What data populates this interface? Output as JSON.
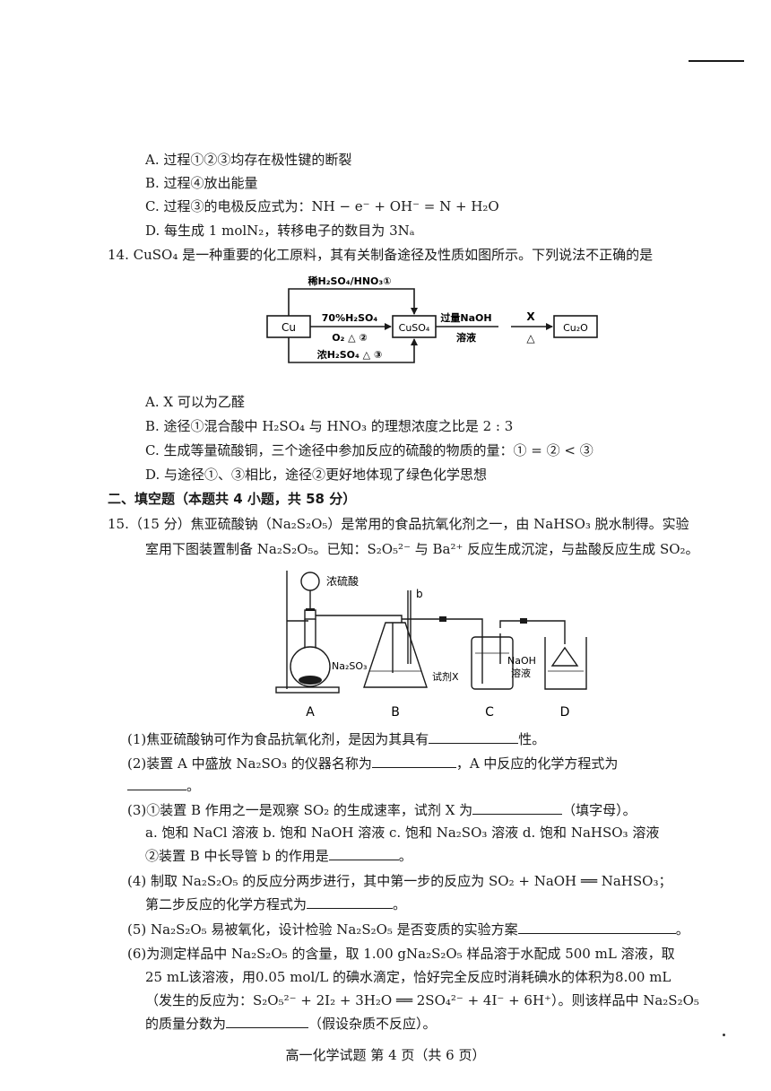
{
  "q13_options": [
    "A. 过程①②③均存在极性键的断裂",
    "B. 过程④放出能量",
    "C. 过程③的电极反应式为：NH − e⁻ + OH⁻ = N + H₂O",
    "D. 每生成 1 molN₂，转移电子的数目为 3Nₐ"
  ],
  "q14": {
    "stem": "14. CuSO₄ 是一种重要的化工原料，其有关制备途径及性质如图所示。下列说法不正确的是",
    "flow": {
      "cu": "Cu",
      "cuso4": "CuSO₄",
      "cu2o": "Cu₂O",
      "route1": "稀H₂SO₄/HNO₃①",
      "route2_top": "70%H₂SO₄",
      "route2_bottom": "O₂ △ ②",
      "route3": "浓H₂SO₄ △ ③",
      "naoh_top": "过量NaOH",
      "naoh_bottom": "溶液",
      "x_top": "X",
      "x_bottom": "△"
    },
    "options": [
      "A.  X 可以为乙醛",
      "B.  途径①混合酸中 H₂SO₄ 与 HNO₃ 的理想浓度之比是 2 : 3",
      "C.  生成等量硫酸铜，三个途径中参加反应的硫酸的物质的量：① = ② < ③",
      "D. 与途径①、③相比，途径②更好地体现了绿色化学思想"
    ]
  },
  "section2": "二、填空题（本题共 4 小题，共 58 分）",
  "q15": {
    "stem_line1": "15.（15 分）焦亚硫酸钠（Na₂S₂O₅）是常用的食品抗氧化剂之一，由 NaHSO₃ 脱水制得。实验",
    "stem_line2": "室用下图装置制备 Na₂S₂O₅。已知：S₂O₅²⁻ 与 Ba²⁺ 反应生成沉淀，与盐酸反应生成 SO₂。",
    "apparatus": {
      "label_acid": "浓硫酸",
      "label_b": "b",
      "label_na2so3": "Na₂SO₃",
      "label_reagent": "试剂X",
      "label_naoh1": "NaOH",
      "label_naoh2": "溶液",
      "label_A": "A",
      "label_B": "B",
      "label_C": "C",
      "label_D": "D"
    },
    "p1_a": "(1)焦亚硫酸钠可作为食品抗氧化剂，是因为其具有",
    "p1_b": "性。",
    "p2_a": "(2)装置 A 中盛放 Na₂SO₃ 的仪器名称为",
    "p2_b": "，A 中反应的化学方程式为",
    "p2_c": "。",
    "p3_a": "(3)①装置 B 作用之一是观察 SO₂ 的生成速率，试剂 X 为",
    "p3_b": "（填字母）。",
    "p3_opts": "a. 饱和 NaCl 溶液    b. 饱和 NaOH 溶液    c. 饱和 Na₂SO₃ 溶液    d. 饱和 NaHSO₃ 溶液",
    "p3_2a": "②装置 B 中长导管 b 的作用是",
    "p3_2b": "。",
    "p4_a": "(4) 制取 Na₂S₂O₅ 的反应分两步进行，其中第一步的反应为 SO₂ + NaOH ══ NaHSO₃；",
    "p4_b": "第二步反应的化学方程式为",
    "p4_c": "。",
    "p5_a": "(5) Na₂S₂O₅ 易被氧化，设计检验 Na₂S₂O₅ 是否变质的实验方案",
    "p5_b": "。",
    "p6_l1": "(6)为测定样品中 Na₂S₂O₅ 的含量，取 1.00 gNa₂S₂O₅ 样品溶于水配成 500 mL 溶液，取",
    "p6_l2": "25 mL该溶液，用0.05 mol/L 的碘水滴定，恰好完全反应时消耗碘水的体积为8.00 mL",
    "p6_l3": "（发生的反应为：S₂O₅²⁻ + 2I₂ + 3H₂O ══ 2SO₄²⁻ + 4I⁻ + 6H⁺）。则该样品中 Na₂S₂O₅",
    "p6_l4a": "的质量分数为",
    "p6_l4b": "（假设杂质不反应）。"
  },
  "footer": "高一化学试题  第 4 页（共 6 页）"
}
